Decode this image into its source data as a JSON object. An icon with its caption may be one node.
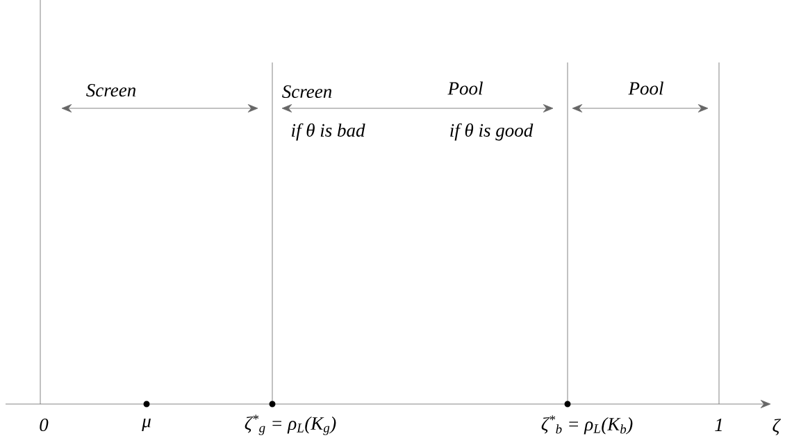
{
  "diagram": {
    "labels": [
      "Screen",
      "Screen",
      "Pool",
      "Pool",
      "if θ is bad",
      "if θ is good",
      "0",
      "μ",
      "ζ$^{*}$$_{g}$ = ρ$_{L}$(K$_{g}$)",
      "ζ$^{*}$$_{b}$ = ρ$_{L}$(K$_{b}$)",
      "1",
      "ζ"
    ]
  }
}
